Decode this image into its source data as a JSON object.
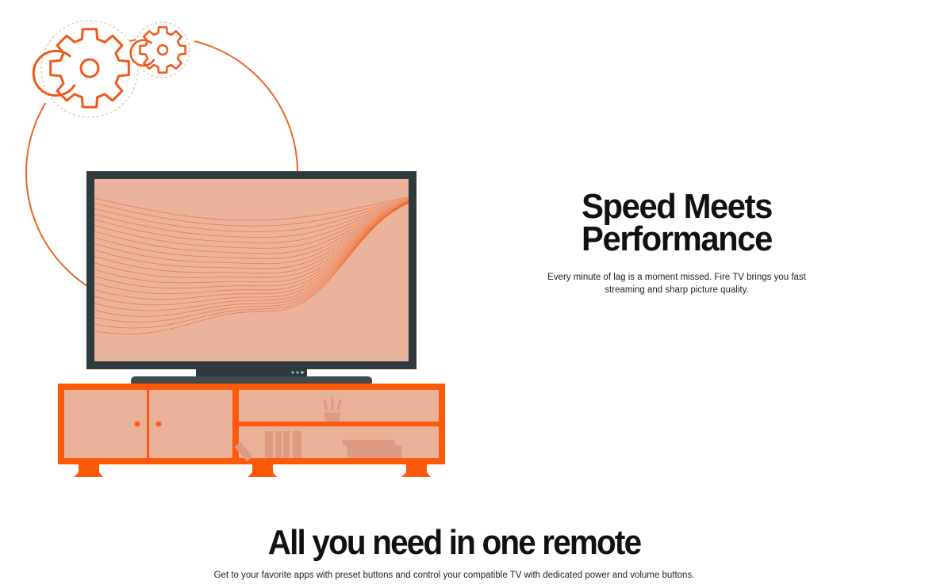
{
  "hero": {
    "title_line1": "Speed Meets",
    "title_line2": "Performance",
    "subtitle_line1": "Every minute of lag is a moment missed. Fire TV brings you fast",
    "subtitle_line2": "streaming and sharp picture quality."
  },
  "remote_section": {
    "title": "All you need in one remote",
    "subtitle": "Get to your favorite apps with preset buttons and control your compatible TV with dedicated power and volume buttons."
  },
  "colors": {
    "accent": "#fc5a0a",
    "panel": "#eab39b",
    "tv_frame": "#2f3a3f"
  },
  "icons": [
    "gear-icon",
    "gear-icon-small",
    "tv-illustration",
    "tv-cabinet-illustration"
  ]
}
